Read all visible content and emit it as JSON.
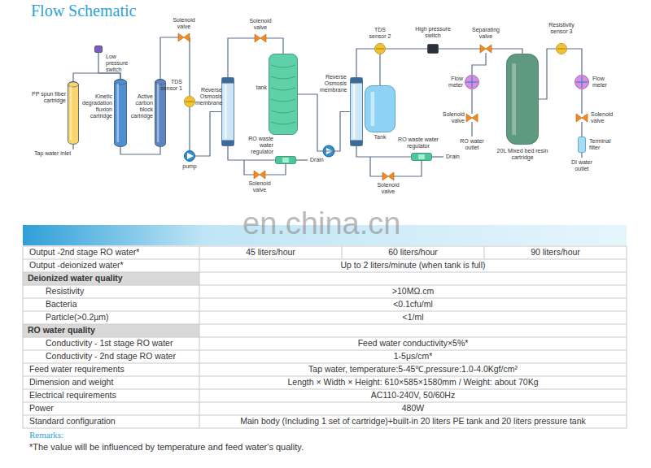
{
  "diagram": {
    "title": "Flow Schematic",
    "nodes": [
      {
        "text": [
          "PP spun fiber cartridge"
        ]
      },
      {
        "text": [
          "Low pressure switch"
        ]
      },
      {
        "text": [
          "Kinetic degradation fluxion cartridge"
        ]
      },
      {
        "text": [
          "Active carbon block cartridge"
        ]
      },
      {
        "text": [
          "Solenoid valve"
        ]
      },
      {
        "text": [
          "TDS sensor 1"
        ]
      },
      {
        "text": [
          "pump"
        ]
      },
      {
        "text": [
          "Reverse Osmosis membrane"
        ]
      },
      {
        "text": [
          "Solenoid valve"
        ]
      },
      {
        "text": [
          "tank"
        ]
      },
      {
        "text": [
          "RO waste water regulator"
        ]
      },
      {
        "text": [
          "Solenoid valve"
        ]
      },
      {
        "text": [
          "Reverse Osmosis membrane"
        ]
      },
      {
        "text": [
          "TDS sensor 2"
        ]
      },
      {
        "text": [
          "Tank"
        ]
      },
      {
        "text": [
          "RO waste water regulator"
        ]
      },
      {
        "text": [
          "Solenoid valve"
        ]
      },
      {
        "text": [
          "High pressure switch"
        ]
      },
      {
        "text": [
          "Separating valve"
        ]
      },
      {
        "text": [
          "Flow meter"
        ]
      },
      {
        "text": [
          "Solenoid valve"
        ]
      },
      {
        "text": [
          "20L Mixed bed resin cartridge"
        ]
      },
      {
        "text": [
          "Resistivity sensor 3"
        ]
      },
      {
        "text": [
          "Flow meter"
        ]
      },
      {
        "text": [
          "Solenoid valve"
        ]
      },
      {
        "text": [
          "Terminal filter"
        ]
      }
    ],
    "edges": [
      {
        "from": 0,
        "to": 2,
        "arrow": "none"
      },
      {
        "from": 1,
        "to": 2,
        "arrow": "none"
      },
      {
        "from": 2,
        "to": 3,
        "arrow": "none"
      },
      {
        "from": 3,
        "to": 4,
        "arrow": "none"
      },
      {
        "from": 4,
        "to": 5,
        "arrow": "none"
      },
      {
        "from": 5,
        "to": 6,
        "arrow": "none"
      },
      {
        "from": 6,
        "to": 7,
        "arrow": "none"
      },
      {
        "from": 7,
        "to": 8,
        "arrow": "none"
      },
      {
        "from": 8,
        "to": 9,
        "arrow": "none"
      },
      {
        "from": 7,
        "to": 10,
        "arrow": "none"
      },
      {
        "from": 10,
        "to": 11,
        "arrow": "none"
      },
      {
        "from": 9,
        "to": 12,
        "arrow": "none"
      },
      {
        "from": 12,
        "to": 13,
        "arrow": "none"
      },
      {
        "from": 13,
        "to": 14,
        "arrow": "none"
      },
      {
        "from": 12,
        "to": 15,
        "arrow": "none"
      },
      {
        "from": 15,
        "to": 16,
        "arrow": "none"
      },
      {
        "from": 13,
        "to": 17,
        "arrow": "none"
      },
      {
        "from": 17,
        "to": 18,
        "arrow": "none"
      },
      {
        "from": 18,
        "to": 19,
        "arrow": "none"
      },
      {
        "from": 19,
        "to": 20,
        "arrow": "none"
      },
      {
        "from": 18,
        "to": 21,
        "arrow": "none"
      },
      {
        "from": 21,
        "to": 22,
        "arrow": "none"
      },
      {
        "from": 22,
        "to": 23,
        "arrow": "none"
      },
      {
        "from": 23,
        "to": 24,
        "arrow": "none"
      },
      {
        "from": 24,
        "to": 25,
        "arrow": "none"
      }
    ],
    "labels": [
      "Tap water inlet",
      "Drain",
      "Drain",
      "RO water outlet",
      "DI water outlet",
      "en.china.cn",
      "Output -2nd stage RO water*",
      "45 liters/hour",
      "60 liters/hour",
      "90 liters/hour",
      "Output -deionized water*",
      "Up to 2 liters/minute (when tank is full)",
      "Deionized water quality",
      "Resistivity",
      ">10MΩ.cm",
      "Bacteria",
      "<0.1cfu/ml",
      "Particle(>0.2µm)",
      "<1/ml",
      "RO water quality",
      "Conductivity - 1st stage RO water",
      "Feed water conductivity×5%*",
      "Conductivity - 2nd stage RO water",
      "1-5μs/cm*",
      "Feed water requirements",
      "Tap water, temperature:5-45℃,pressure:1.0-4.0Kgf/cm²",
      "Dimension and weight",
      "Length × Width × Height: 610×585×1580mm / Weight: about 70Kg",
      "Electrical requirements",
      "AC110-240V, 50/60Hz",
      "Power",
      "480W",
      "Standard configuration",
      "Main body (Including 1 set of cartridge)+built-in 20 liters PE tank and 20 liters pressure tank",
      "Remarks:",
      "*The value will be influenced by temperature and feed water's quality."
    ]
  }
}
